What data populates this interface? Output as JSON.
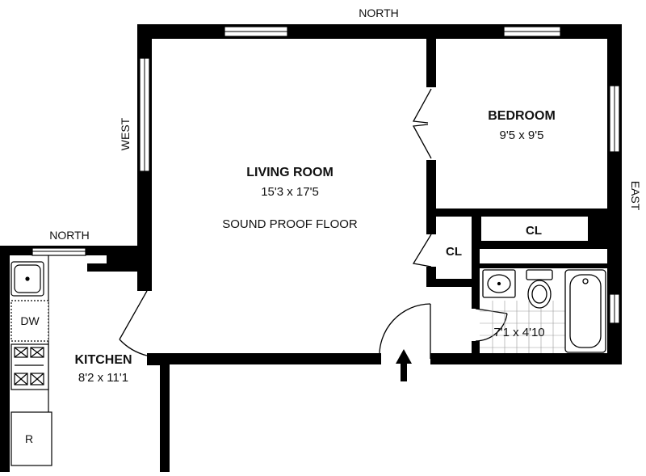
{
  "compass": {
    "north_top": "NORTH",
    "north_kitchen": "NORTH",
    "west": "WEST",
    "east": "EAST"
  },
  "rooms": {
    "living_room": {
      "name": "LIVING ROOM",
      "dimensions": "15'3 x 17'5",
      "note": "SOUND PROOF FLOOR"
    },
    "bedroom": {
      "name": "BEDROOM",
      "dimensions": "9'5 x 9'5"
    },
    "kitchen": {
      "name": "KITCHEN",
      "dimensions": "8'2 x 11'1"
    },
    "bathroom": {
      "dimensions": "7'1 x 4'10"
    }
  },
  "closets": {
    "bedroom_closet": "CL",
    "hall_closet": "CL"
  },
  "fixtures": {
    "dishwasher": "DW",
    "refrigerator": "R"
  },
  "colors": {
    "wall": "#000000",
    "background": "#ffffff",
    "window": "#ffffff"
  }
}
